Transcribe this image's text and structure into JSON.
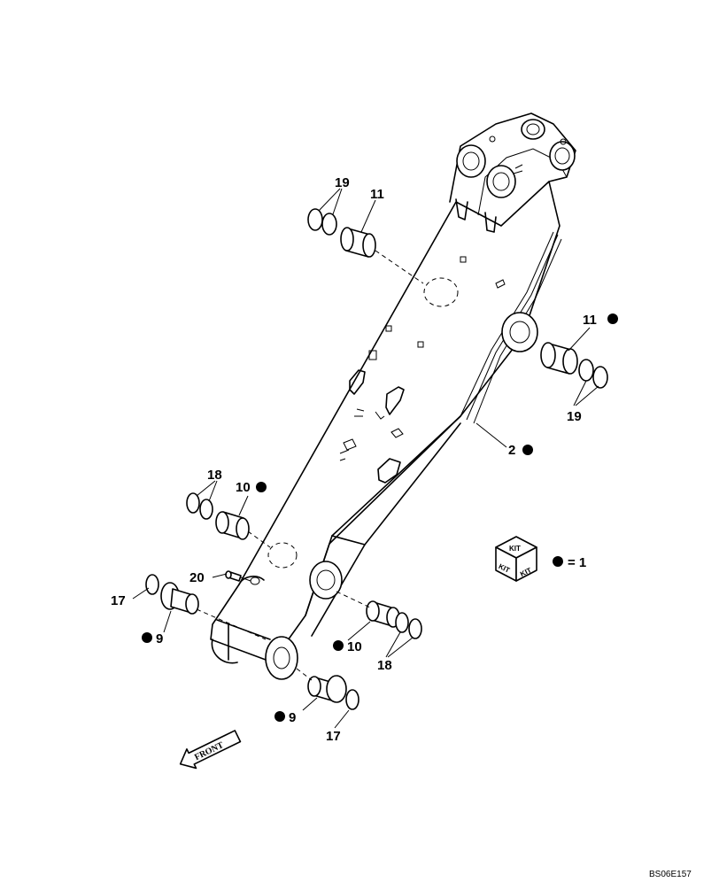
{
  "labels": {
    "p19_top": "19",
    "p11_top": "11",
    "p11_right": "11",
    "p19_right": "19",
    "p2": "2",
    "p18_left": "18",
    "p10_left": "10",
    "p20": "20",
    "p17_left": "17",
    "p9_left": "9",
    "p10_right": "10",
    "p18_right": "18",
    "p9_bottom": "9",
    "p17_bottom": "17"
  },
  "front_arrow": "FRONT",
  "kit": {
    "box_label": "KIT",
    "equals_text": "= 1"
  },
  "figure_code": "BS06E157"
}
